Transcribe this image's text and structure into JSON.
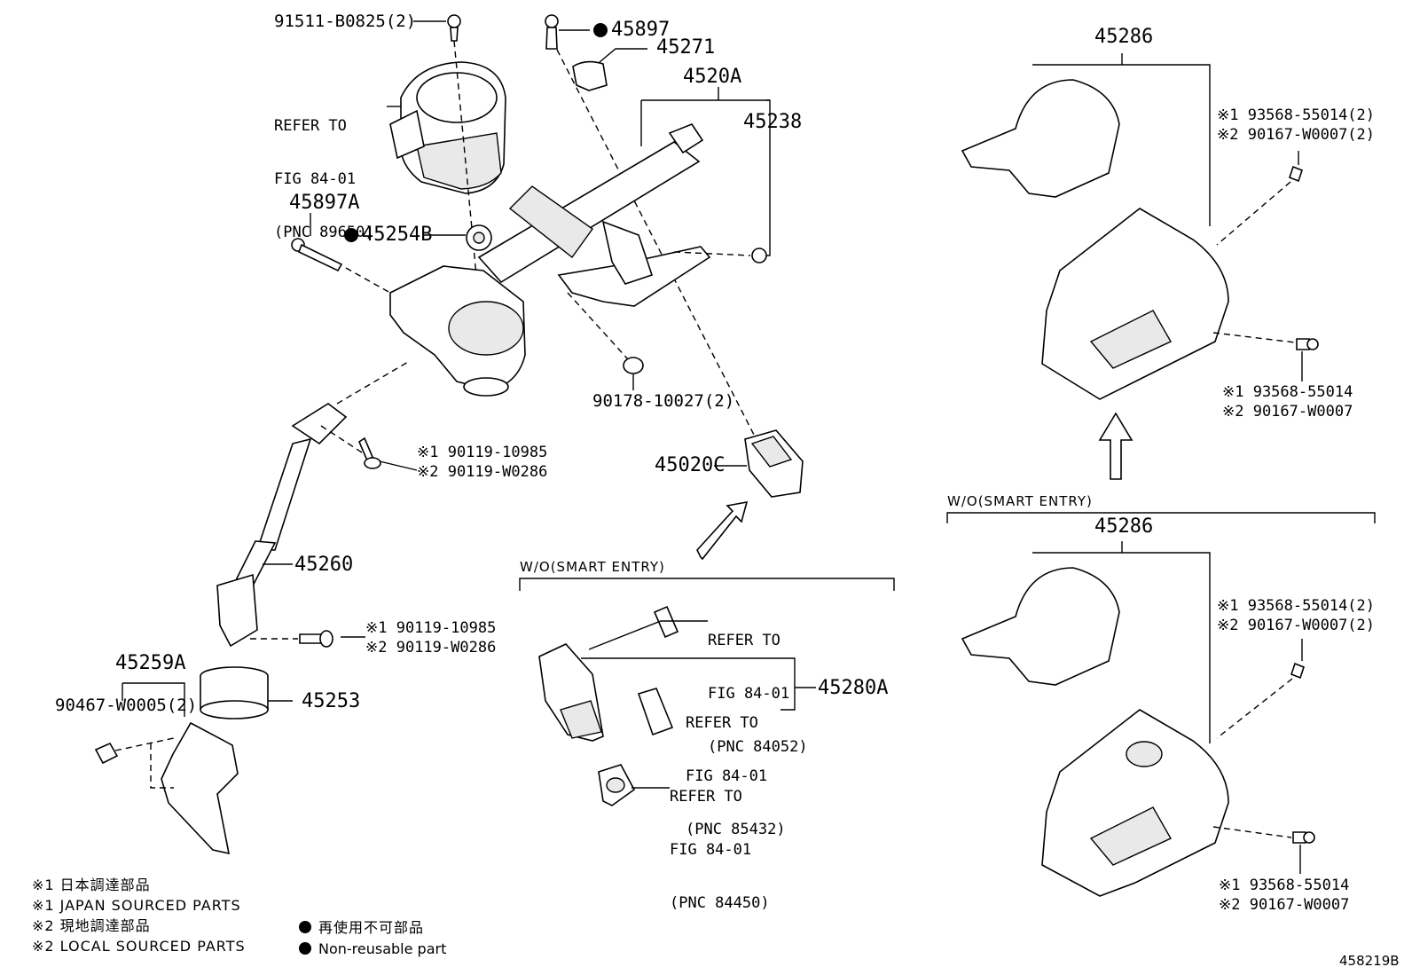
{
  "labels": {
    "p91511": "91511-B0825(2)",
    "p45897": "45897",
    "p45271": "45271",
    "p4520A": "4520A",
    "p45238": "45238",
    "p45897A": "45897A",
    "p45254B": "45254B",
    "p90178": "90178-10027(2)",
    "p45020C": "45020C",
    "p45260": "45260",
    "p45259A": "45259A",
    "p90467": "90467-W0005(2)",
    "p45253": "45253",
    "p45280A": "45280A",
    "p45286_top": "45286",
    "p45286_bottom": "45286",
    "figure_id": "458219B"
  },
  "screw_labels": {
    "mid_1": "※1 90119-10985",
    "mid_2": "※2 90119-W0286",
    "low_1": "※1 90119-10985",
    "low_2": "※2 90119-W0286",
    "r1_1": "※1 93568-55014(2)",
    "r1_2": "※2 90167-W0007(2)",
    "r2_1": "※1 93568-55014",
    "r2_2": "※2 90167-W0007",
    "r3_1": "※1 93568-55014(2)",
    "r3_2": "※2 90167-W0007(2)",
    "r4_1": "※1 93568-55014",
    "r4_2": "※2 90167-W0007"
  },
  "refer_blocks": {
    "r89650": [
      "REFER TO",
      "FIG 84-01",
      "(PNC 89650)"
    ],
    "r84052": [
      "REFER TO",
      "FIG 84-01",
      "(PNC 84052)"
    ],
    "r85432": [
      "REFER TO",
      "FIG 84-01",
      "(PNC 85432)"
    ],
    "r84450": [
      "REFER TO",
      "FIG 84-01",
      "(PNC 84450)"
    ]
  },
  "section_titles": {
    "wo_smart_entry_center": "W/O(SMART ENTRY)",
    "wo_smart_entry_right": "W/O(SMART ENTRY)"
  },
  "legend": {
    "jp1": "※1 日本調達部品",
    "en1": "※1 JAPAN SOURCED PARTS",
    "jp2": "※2 現地調達部品",
    "en2": "※2 LOCAL SOURCED PARTS",
    "nonreuse_jp": "再使用不可部品",
    "nonreuse_en": "Non-reusable part"
  }
}
